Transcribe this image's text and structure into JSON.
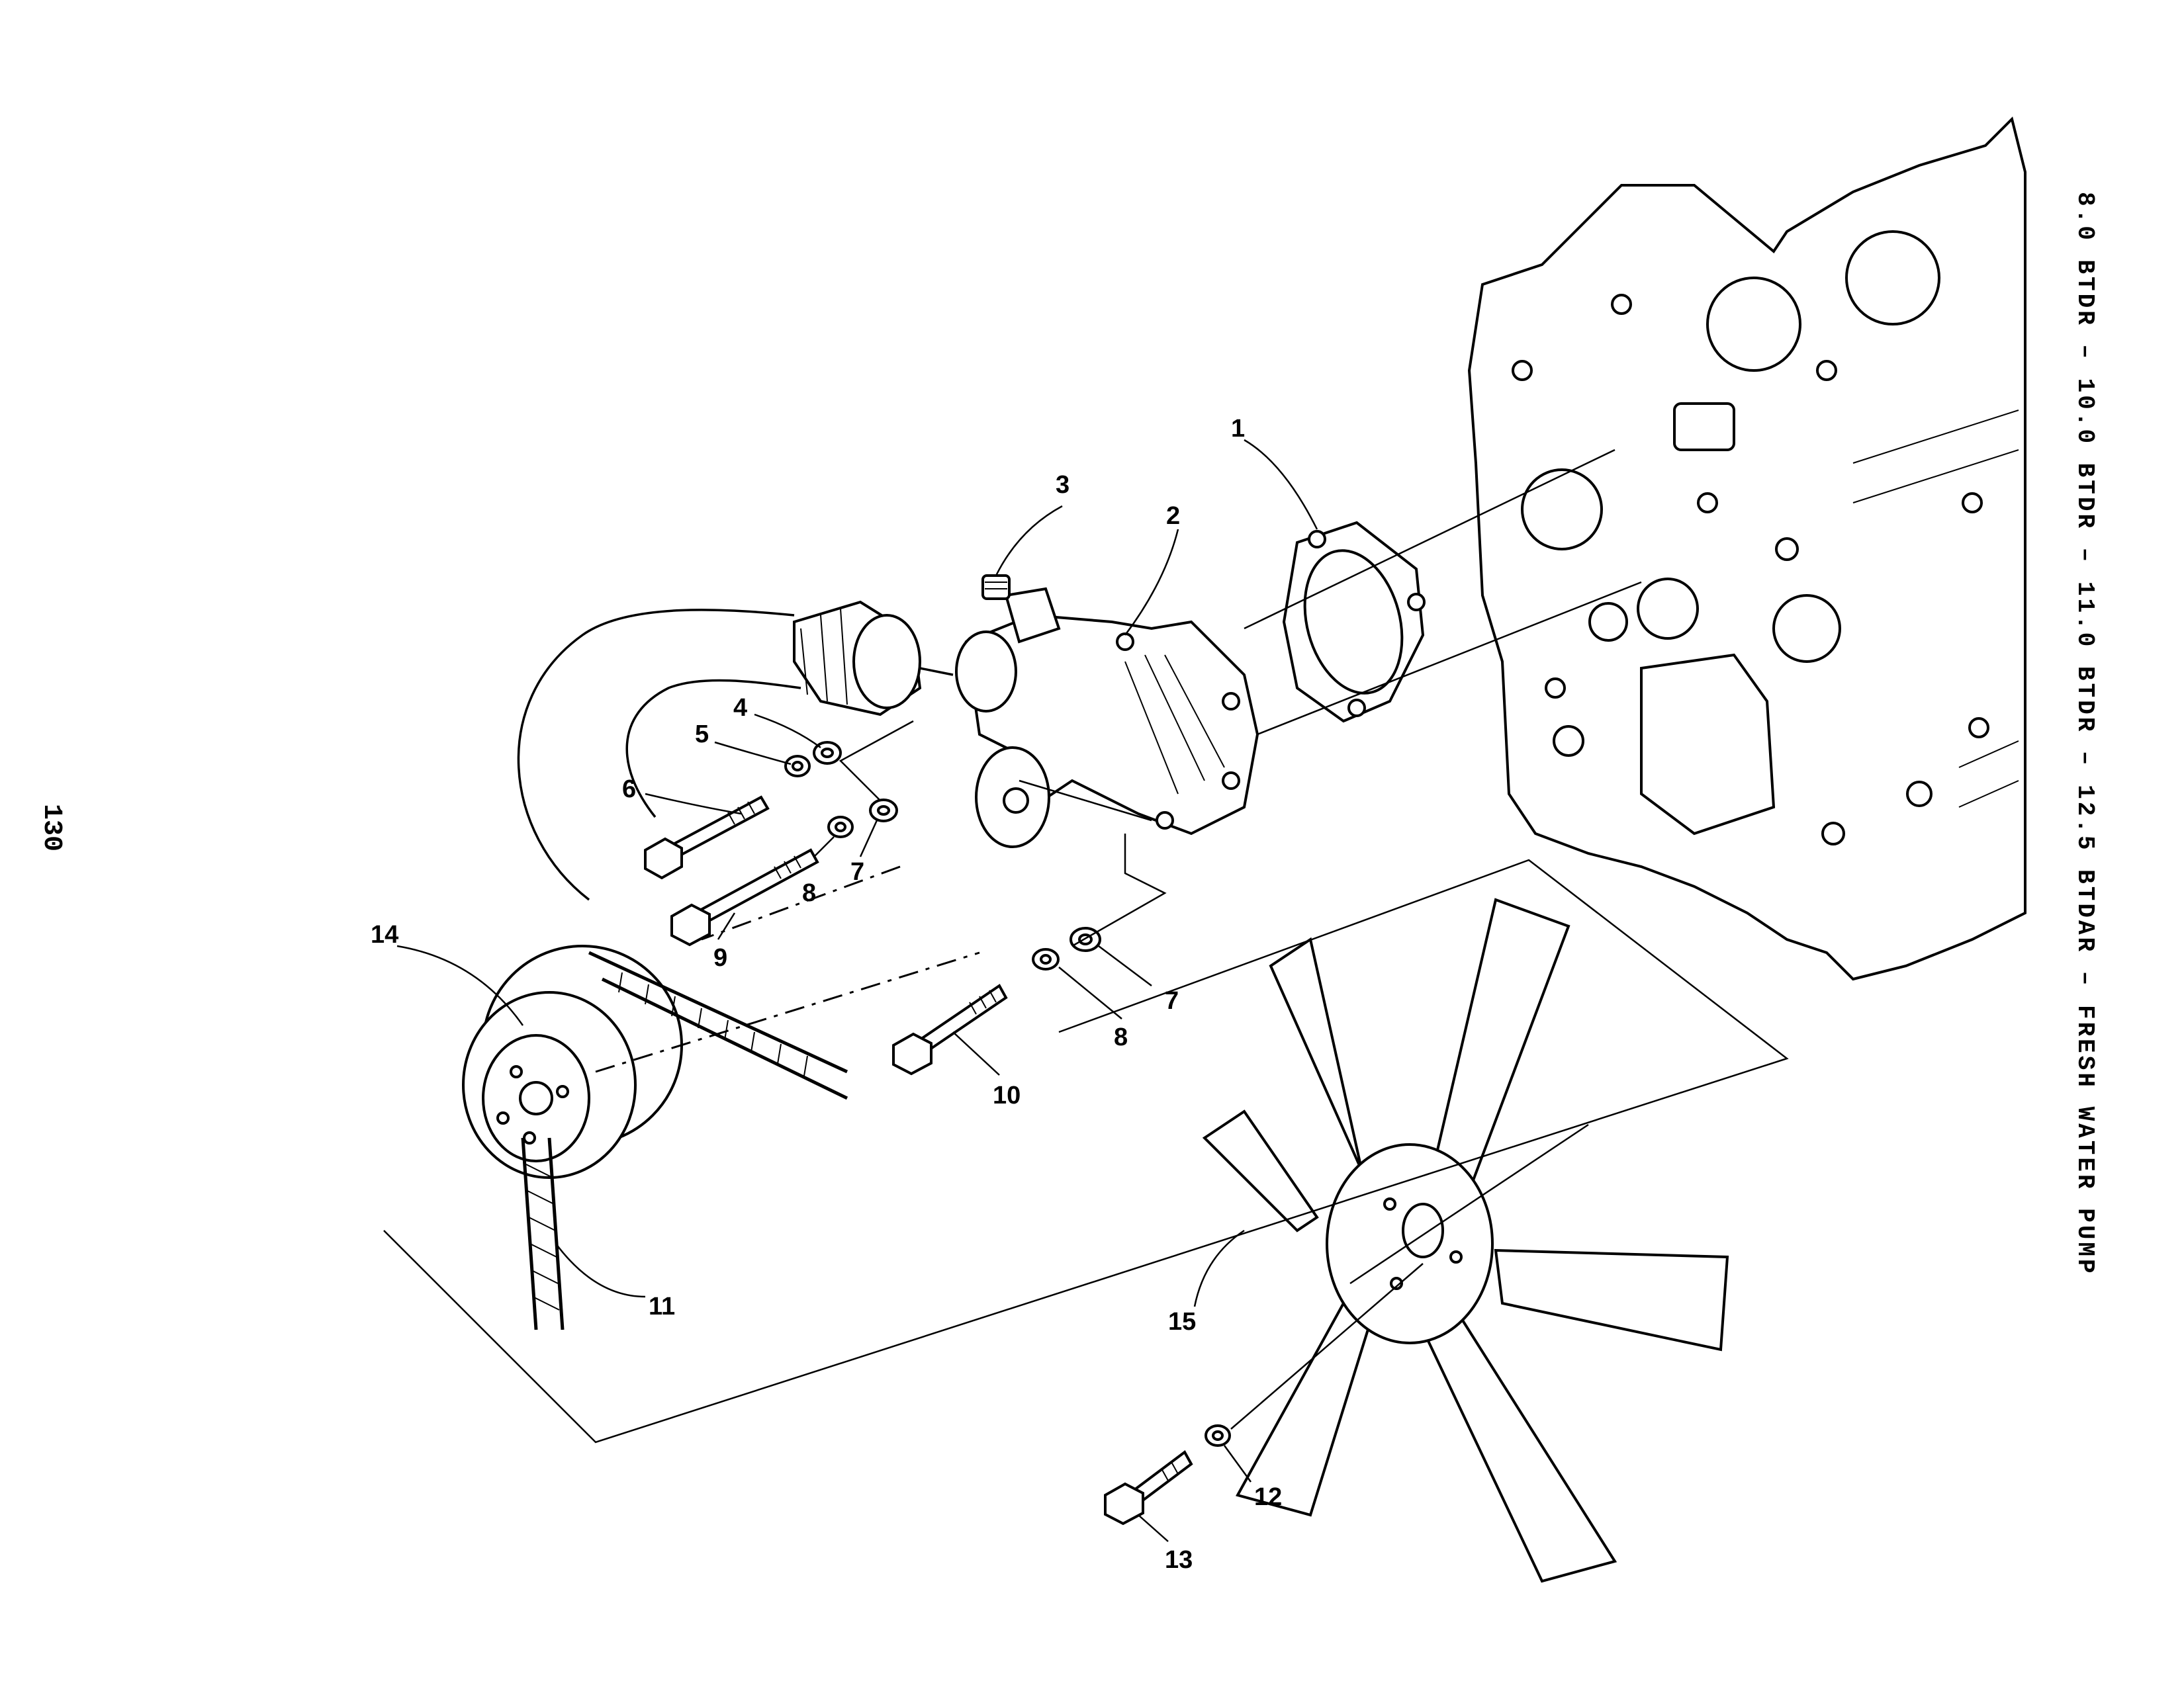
{
  "page_title": "8.0 BTDR – 10.0 BTDR – 11.0 BTDR – 12.5 BTDAR – FRESH WATER PUMP",
  "page_number": "130",
  "callouts": {
    "c1": "1",
    "c2": "2",
    "c3": "3",
    "c4": "4",
    "c5": "5",
    "c6": "6",
    "c7a": "7",
    "c7b": "7",
    "c8a": "8",
    "c8b": "8",
    "c9": "9",
    "c10": "10",
    "c11": "11",
    "c12": "12",
    "c13": "13",
    "c14": "14",
    "c15": "15"
  },
  "colors": {
    "ink": "#000000",
    "paper": "#ffffff"
  }
}
